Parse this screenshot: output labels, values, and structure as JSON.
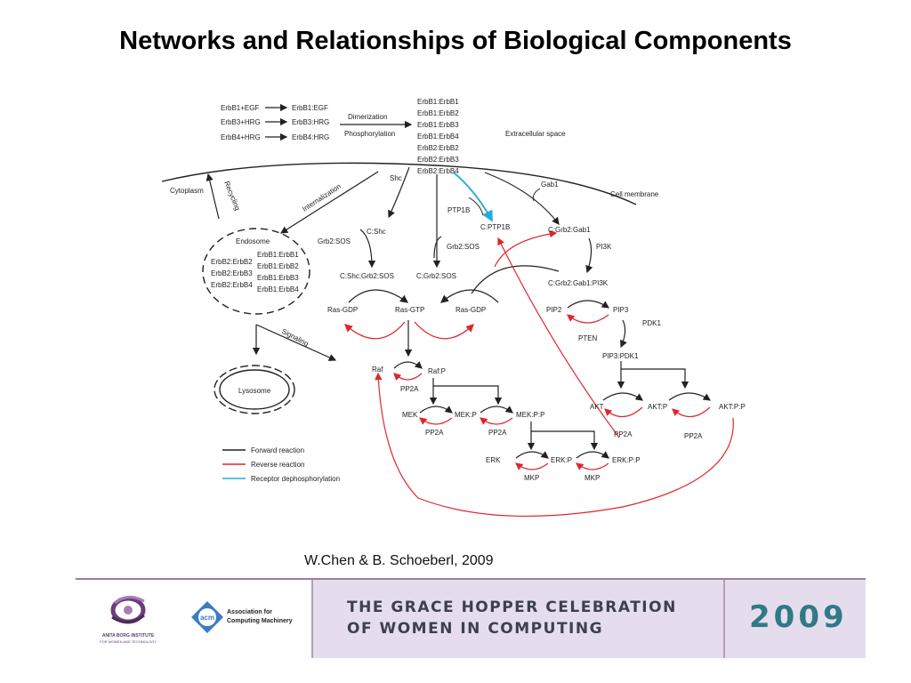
{
  "title": "Networks and Relationships of Biological Components",
  "citation": "W.Chen & B. Schoeberl, 2009",
  "diagram": {
    "reactions_left": [
      "ErbB1+EGF",
      "ErbB3+HRG",
      "ErbB4+HRG"
    ],
    "reactions_right": [
      "ErbB1:EGF",
      "ErbB3:HRG",
      "ErbB4:HRG"
    ],
    "dimerization": "Dimerization",
    "phosphorylation": "Phosphorylation",
    "dimers": [
      "ErbB1:ErbB1",
      "ErbB1:ErbB2",
      "ErbB1:ErbB3",
      "ErbB1:ErbB4",
      "ErbB2:ErbB2",
      "ErbB2:ErbB3",
      "ErbB2:ErbB4"
    ],
    "extracellular": "Extracellular space",
    "cytoplasm": "Cytoplasm",
    "cell_membrane": "Cell membrane",
    "recycling": "Recycling",
    "internalization": "Internalization",
    "signaling": "Signaling",
    "endosome": "Endosome",
    "endosome_left": [
      "ErbB2:ErbB2",
      "ErbB2:ErbB3",
      "ErbB2:ErbB4"
    ],
    "endosome_right": [
      "ErbB1:ErbB1",
      "ErbB1:ErbB2",
      "ErbB1:ErbB3",
      "ErbB1:ErbB4"
    ],
    "lysosome": "Lysosome",
    "shc": "Shc",
    "c_shc": "C:Shc",
    "grb2_sos_left": "Grb2:SOS",
    "c_shc_grb2_sos": "C:Shc:Grb2:SOS",
    "ptp1b": "PTP1B",
    "c_ptp1b": "C:PTP1B",
    "grb2_sos_mid": "Grb2:SOS",
    "c_grb2_sos": "C:Grb2:SOS",
    "gab1": "Gab1",
    "c_grb2_gab1": "C:Grb2:Gab1",
    "pi3k": "PI3K",
    "c_grb2_gab1_pi3k": "C:Grb2:Gab1:PI3K",
    "ras_gdp_left": "Ras-GDP",
    "ras_gtp": "Ras-GTP",
    "ras_gdp_right": "Ras-GDP",
    "pip2": "PIP2",
    "pip3": "PIP3",
    "pten": "PTEN",
    "pdk1": "PDK1",
    "pip3_pdk1": "PIP3:PDK1",
    "raf": "Raf",
    "raf_p": "Raf:P",
    "pp2a_raf": "PP2A",
    "mek": "MEK",
    "mek_p": "MEK:P",
    "mek_pp": "MEK:P:P",
    "pp2a_mek1": "PP2A",
    "pp2a_mek2": "PP2A",
    "akt": "AKT",
    "akt_p": "AKT:P",
    "akt_pp": "AKT:P:P",
    "pp2a_akt1": "PP2A",
    "pp2a_akt2": "PP2A",
    "erk": "ERK",
    "erk_p": "ERK:P",
    "erk_pp": "ERK:P:P",
    "mkp1": "MKP",
    "mkp2": "MKP",
    "legend": [
      "Forward reaction",
      "Reverse reaction",
      "Receptor dephosphorylation"
    ],
    "colors": {
      "forward": "#222222",
      "reverse": "#e0262b",
      "dephos": "#27a9e1"
    }
  },
  "footer": {
    "ghc_line1": "THE GRACE HOPPER CELEBRATION",
    "ghc_line2": "OF WOMEN IN COMPUTING",
    "year": "2009",
    "abi_line1": "ANITA BORG INSTITUTE",
    "abi_line2": "FOR WOMEN AND TECHNOLOGY",
    "acm_logo_text": "acm",
    "acm_line1": "Association for",
    "acm_line2": "Computing Machinery"
  }
}
